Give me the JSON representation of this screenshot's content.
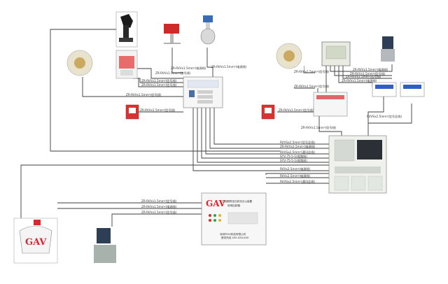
{
  "brand": "GAV",
  "controller_panel": {
    "title_line1": "自动跟踪定位射流灭火装置",
    "title_line2": "现场控制箱",
    "footer_line1": "深圳市XX科技有限公司",
    "footer_line2": "服务热线 400-XXX-XXX"
  },
  "cable_labels": {
    "c1": "ZR-RVVx1.5mm²(信号线)",
    "c2": "ZR-RVVx1.5mm²(电源线)",
    "c3": "ZR-RVVx1.5mm²(电源线)",
    "c4": "ZR-RVVx1.5mm²(信号线)",
    "c5": "ZR-RVVx1.5mm²(信号线)",
    "c6": "ZR-RVVx1.5mm²(信号线)",
    "c7": "ZR-RVVx1.5mm²(信号线)",
    "c8": "ZR-RVVx1.5mm²(信号线)",
    "c9": "ZR-RVVx1.5mm²(电源线)",
    "c10": "ZR-RVVx1.5mm²(信号线)",
    "c11": "ZR-RVVx1.5mm²(信号线)",
    "c12": "ZR-RVVx1.5mm²(电源线)",
    "c13": "ZR-RVVx1.5mm²(信号线)",
    "c14": "ZR-RVVx1.5mm²(信号线)",
    "c15": "RVVSx2.5mm²(信号总线)",
    "c16": "ZR-RVVx1.5mm²(信号线)",
    "m1": "RVVSx2.5mm²(信号总线)",
    "m2": "ZR-RVVx2.5mm²(电源线)",
    "m3": "RVVSx2.5mm²(通讯总线)",
    "m4": "SYV-75-5-1(视频线)",
    "m5": "SYV-75-5-1(视频线)",
    "m6": "RVVx2.5mm²(电源线)",
    "m7": "RVVx2.5mm²(电源线)",
    "m8": "RVVSx2.5mm²(通讯总线)",
    "b1": "ZR-RVVx1.5mm²(信号线)",
    "b2": "ZR-RVVx1.5mm²(电源线)",
    "b3": "ZR-RVVx1.5mm²(信号线)"
  }
}
